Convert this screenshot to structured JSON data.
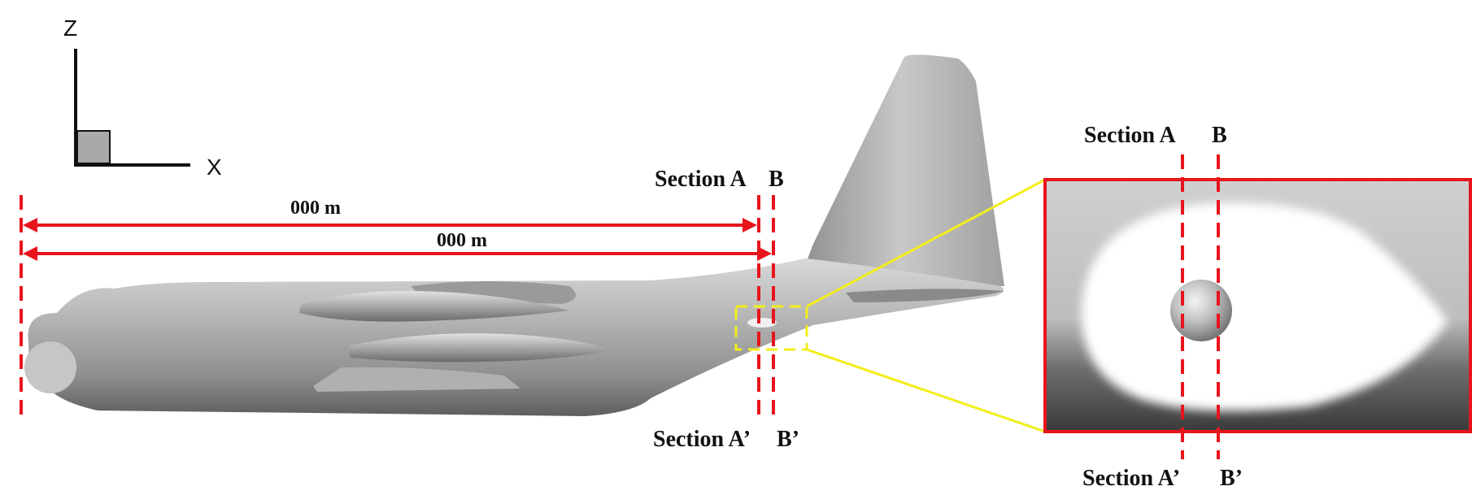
{
  "axes": {
    "vertical_label": "Z",
    "horizontal_label": "X"
  },
  "dimensions": [
    {
      "text": "000 m",
      "to_section": "A"
    },
    {
      "text": "000 m",
      "to_section": "B"
    }
  ],
  "labels": {
    "top_section": "Section A",
    "top_section_b": "B",
    "bottom_section": "Section A’",
    "bottom_section_b": "B’",
    "inset_top": "Section A",
    "inset_top_b": "B",
    "inset_bottom": "Section A’",
    "inset_bottom_b": "B’"
  },
  "colors": {
    "section_lines": "#e8141c",
    "callout_lines": "#f2ee1a",
    "inset_border": "#e8141c",
    "fuselage": "#9a9a9a"
  }
}
